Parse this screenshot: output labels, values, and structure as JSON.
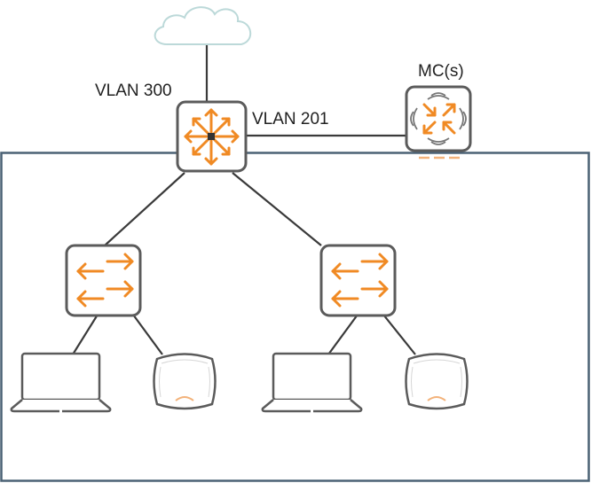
{
  "labels": {
    "vlan_uplink": "VLAN 300",
    "vlan_mc": "VLAN 201",
    "mc": "MC(s)"
  },
  "colors": {
    "accent": "#f08a24",
    "device_border": "#5b5b5b",
    "cloud": "#bcd9d9",
    "site_border": "#4b6275",
    "link": "#3a3a3a"
  },
  "nodes": {
    "cloud": "Internet / WAN",
    "core_switch": "Core switch",
    "mobility_controller": "Mobility controller",
    "access_switch_left": "Access switch",
    "access_switch_right": "Access switch",
    "laptop_left": "Laptop",
    "ap_left": "Access point",
    "laptop_right": "Laptop",
    "ap_right": "Access point"
  }
}
